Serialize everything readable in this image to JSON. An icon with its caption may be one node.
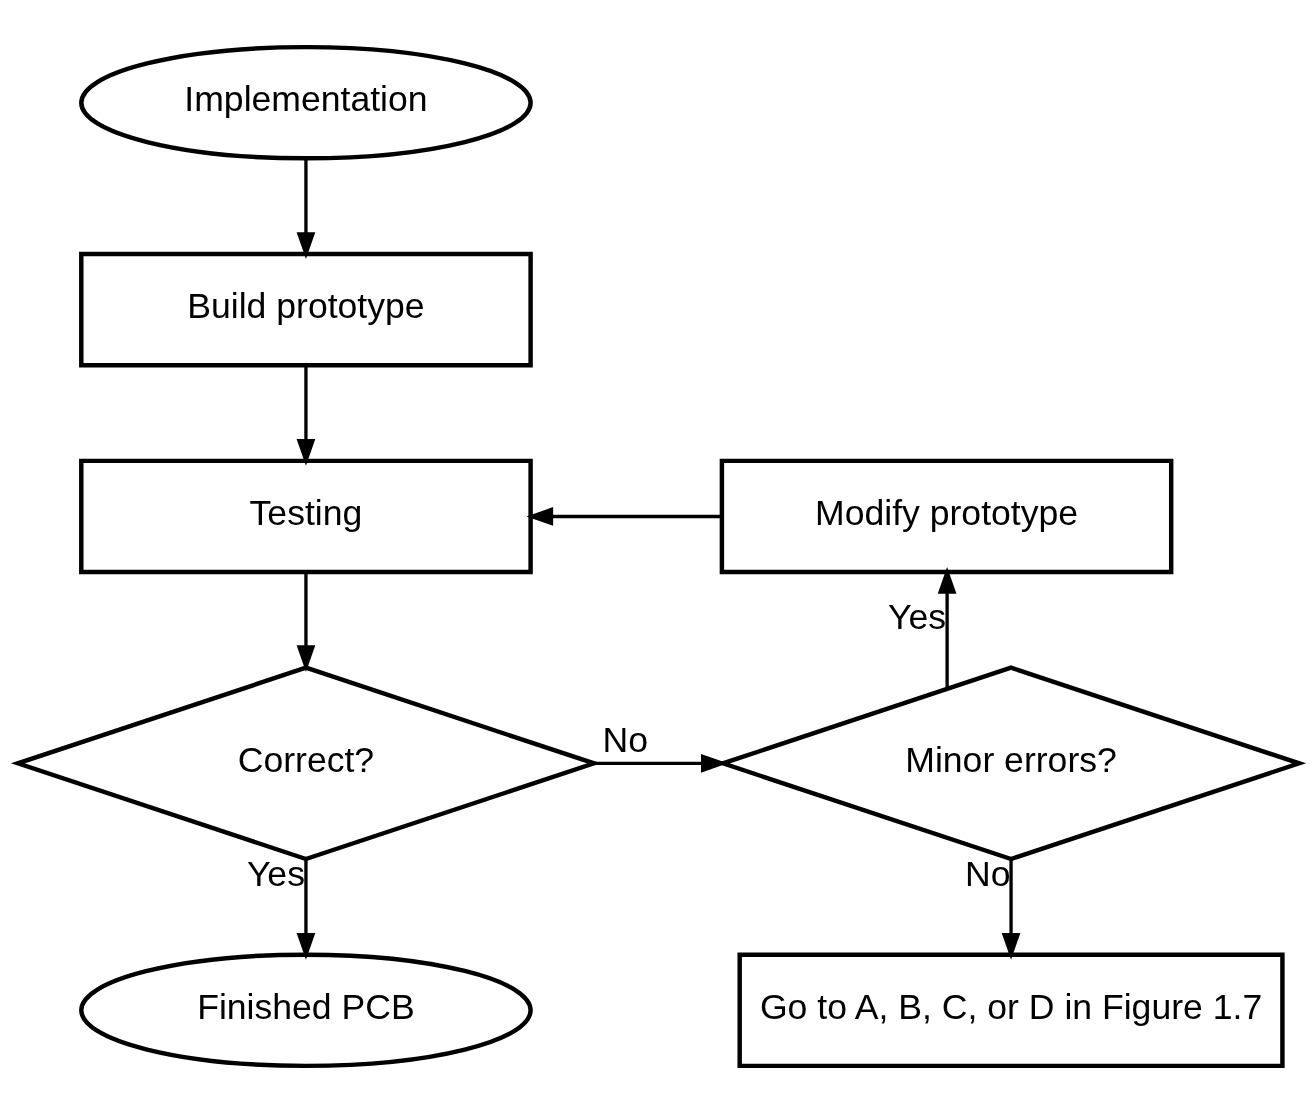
{
  "diagram": {
    "nodes": [
      {
        "text": [
          "Implementation"
        ]
      },
      {
        "text": [
          "Build prototype"
        ]
      },
      {
        "text": [
          "Testing"
        ]
      },
      {
        "text": [
          "Modify prototype"
        ]
      },
      {
        "text": [
          "Correct?"
        ]
      },
      {
        "text": [
          "Minor errors?"
        ]
      },
      {
        "text": [
          "Finished PCB"
        ]
      },
      {
        "text": [
          "Go to A, B, C, or D in Figure 1.7"
        ]
      }
    ],
    "edges": [
      {
        "from": 0,
        "to": 1,
        "arrow": "to"
      },
      {
        "from": 1,
        "to": 2,
        "arrow": "to"
      },
      {
        "from": 2,
        "to": 4,
        "arrow": "to"
      },
      {
        "from": 4,
        "to": 5,
        "arrow": "to",
        "label": "No"
      },
      {
        "from": 4,
        "to": 6,
        "arrow": "to",
        "label": "Yes"
      },
      {
        "from": 5,
        "to": 3,
        "arrow": "to",
        "label": "Yes"
      },
      {
        "from": 5,
        "to": 7,
        "arrow": "to",
        "label": "No"
      },
      {
        "from": 3,
        "to": 2,
        "arrow": "to"
      }
    ]
  }
}
